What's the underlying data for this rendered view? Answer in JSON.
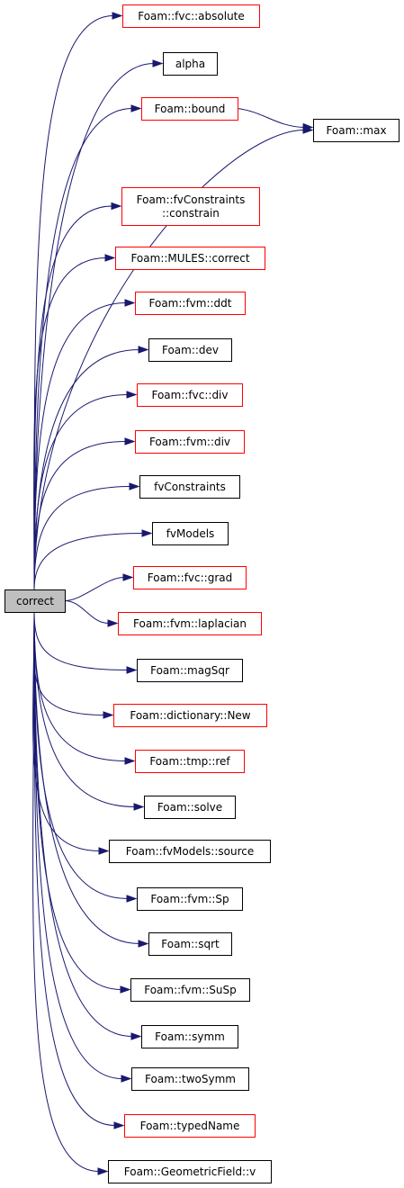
{
  "root": {
    "id": "correct",
    "label": "correct"
  },
  "nodes": [
    {
      "id": "fvc_absolute",
      "lines": [
        "Foam::fvc::absolute"
      ],
      "kind": "external"
    },
    {
      "id": "alpha",
      "lines": [
        "alpha"
      ],
      "kind": "internal"
    },
    {
      "id": "bound",
      "lines": [
        "Foam::bound"
      ],
      "kind": "external"
    },
    {
      "id": "max",
      "lines": [
        "Foam::max"
      ],
      "kind": "internal"
    },
    {
      "id": "fvConstraints_constrain",
      "lines": [
        "Foam::fvConstraints",
        "::constrain"
      ],
      "kind": "external"
    },
    {
      "id": "mules_correct",
      "lines": [
        "Foam::MULES::correct"
      ],
      "kind": "external"
    },
    {
      "id": "fvm_ddt",
      "lines": [
        "Foam::fvm::ddt"
      ],
      "kind": "external"
    },
    {
      "id": "dev",
      "lines": [
        "Foam::dev"
      ],
      "kind": "internal"
    },
    {
      "id": "fvc_div",
      "lines": [
        "Foam::fvc::div"
      ],
      "kind": "external"
    },
    {
      "id": "fvm_div",
      "lines": [
        "Foam::fvm::div"
      ],
      "kind": "external"
    },
    {
      "id": "fvConstraints",
      "lines": [
        "fvConstraints"
      ],
      "kind": "internal"
    },
    {
      "id": "fvModels",
      "lines": [
        "fvModels"
      ],
      "kind": "internal"
    },
    {
      "id": "fvc_grad",
      "lines": [
        "Foam::fvc::grad"
      ],
      "kind": "external"
    },
    {
      "id": "fvm_laplacian",
      "lines": [
        "Foam::fvm::laplacian"
      ],
      "kind": "external"
    },
    {
      "id": "magSqr",
      "lines": [
        "Foam::magSqr"
      ],
      "kind": "internal"
    },
    {
      "id": "dictionary_New",
      "lines": [
        "Foam::dictionary::New"
      ],
      "kind": "external"
    },
    {
      "id": "tmp_ref",
      "lines": [
        "Foam::tmp::ref"
      ],
      "kind": "external"
    },
    {
      "id": "solve",
      "lines": [
        "Foam::solve"
      ],
      "kind": "internal"
    },
    {
      "id": "fvModels_source",
      "lines": [
        "Foam::fvModels::source"
      ],
      "kind": "internal"
    },
    {
      "id": "fvm_Sp",
      "lines": [
        "Foam::fvm::Sp"
      ],
      "kind": "internal"
    },
    {
      "id": "sqrt",
      "lines": [
        "Foam::sqrt"
      ],
      "kind": "internal"
    },
    {
      "id": "fvm_SuSp",
      "lines": [
        "Foam::fvm::SuSp"
      ],
      "kind": "internal"
    },
    {
      "id": "symm",
      "lines": [
        "Foam::symm"
      ],
      "kind": "internal"
    },
    {
      "id": "twoSymm",
      "lines": [
        "Foam::twoSymm"
      ],
      "kind": "internal"
    },
    {
      "id": "typedName",
      "lines": [
        "Foam::typedName"
      ],
      "kind": "external"
    },
    {
      "id": "geometricField_v",
      "lines": [
        "Foam::GeometricField::v"
      ],
      "kind": "internal"
    }
  ],
  "edges": [
    [
      "correct",
      "fvc_absolute"
    ],
    [
      "correct",
      "alpha"
    ],
    [
      "correct",
      "bound"
    ],
    [
      "correct",
      "max"
    ],
    [
      "bound",
      "max"
    ],
    [
      "correct",
      "fvConstraints_constrain"
    ],
    [
      "correct",
      "mules_correct"
    ],
    [
      "correct",
      "fvm_ddt"
    ],
    [
      "correct",
      "dev"
    ],
    [
      "correct",
      "fvc_div"
    ],
    [
      "correct",
      "fvm_div"
    ],
    [
      "correct",
      "fvConstraints"
    ],
    [
      "correct",
      "fvModels"
    ],
    [
      "correct",
      "fvc_grad"
    ],
    [
      "correct",
      "fvm_laplacian"
    ],
    [
      "correct",
      "magSqr"
    ],
    [
      "correct",
      "dictionary_New"
    ],
    [
      "correct",
      "tmp_ref"
    ],
    [
      "correct",
      "solve"
    ],
    [
      "correct",
      "fvModels_source"
    ],
    [
      "correct",
      "fvm_Sp"
    ],
    [
      "correct",
      "sqrt"
    ],
    [
      "correct",
      "fvm_SuSp"
    ],
    [
      "correct",
      "symm"
    ],
    [
      "correct",
      "twoSymm"
    ],
    [
      "correct",
      "typedName"
    ],
    [
      "correct",
      "geometricField_v"
    ]
  ],
  "colors": {
    "edge": "#191970",
    "external_border": "#ff0000",
    "internal_border": "#000000",
    "root_fill": "#bfbfbf"
  }
}
